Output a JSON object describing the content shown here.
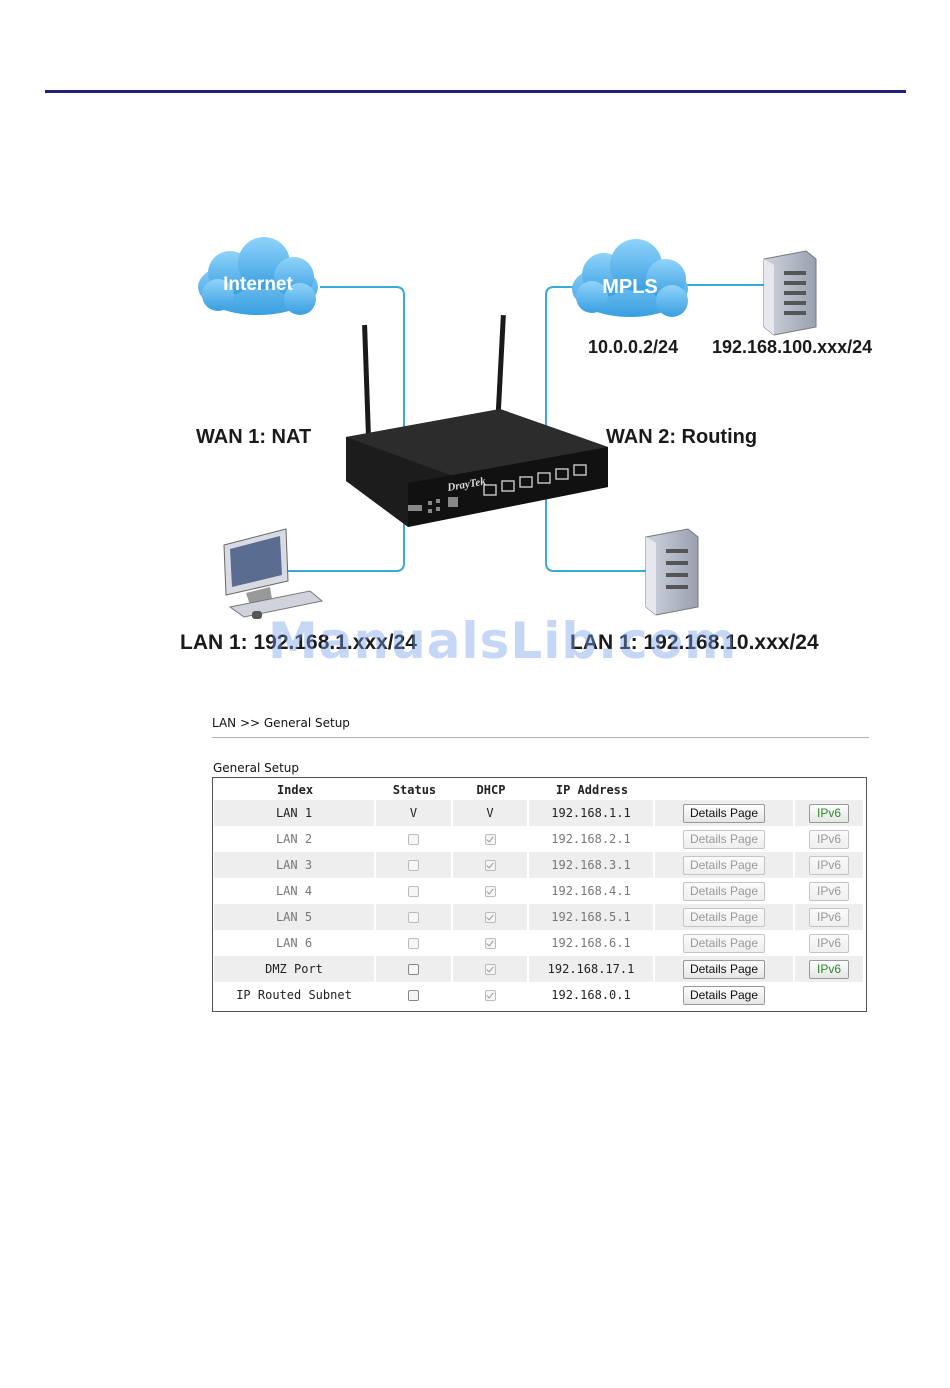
{
  "diagram": {
    "internet_label": "Internet",
    "mpls_label": "MPLS",
    "wan1_label": "WAN 1: NAT",
    "wan2_label": "WAN 2: Routing",
    "mpls_ip": "10.0.0.2/24",
    "server_ip": "192.168.100.xxx/24",
    "lan1_label": "LAN 1: 192.168.1.xxx/24",
    "lan_other_label": "LAN 1: 192.168.10.xxx/24",
    "router_brand": "DrayTek"
  },
  "watermark": "ManualsLib.com",
  "breadcrumb": "LAN >> General Setup",
  "section_title": "General Setup",
  "table": {
    "headers": {
      "index": "Index",
      "status": "Status",
      "dhcp": "DHCP",
      "ip": "IP Address"
    },
    "rows": [
      {
        "index": "LAN 1",
        "status": "V",
        "dhcp": "V",
        "ip": "192.168.1.1",
        "details": "Details Page",
        "ipv6": "IPv6"
      },
      {
        "index": "LAN 2",
        "ip": "192.168.2.1",
        "details": "Details Page",
        "ipv6": "IPv6"
      },
      {
        "index": "LAN 3",
        "ip": "192.168.3.1",
        "details": "Details Page",
        "ipv6": "IPv6"
      },
      {
        "index": "LAN 4",
        "ip": "192.168.4.1",
        "details": "Details Page",
        "ipv6": "IPv6"
      },
      {
        "index": "LAN 5",
        "ip": "192.168.5.1",
        "details": "Details Page",
        "ipv6": "IPv6"
      },
      {
        "index": "LAN 6",
        "ip": "192.168.6.1",
        "details": "Details Page",
        "ipv6": "IPv6"
      },
      {
        "index": "DMZ Port",
        "ip": "192.168.17.1",
        "details": "Details Page",
        "ipv6": "IPv6"
      },
      {
        "index": "IP Routed Subnet",
        "ip": "192.168.0.1",
        "details": "Details Page"
      }
    ]
  },
  "colors": {
    "rule": "#1f1f7a",
    "cloud": "#5ab4ea",
    "link": "#3aa9d6",
    "ipv6_active": "#2a8a2a"
  }
}
